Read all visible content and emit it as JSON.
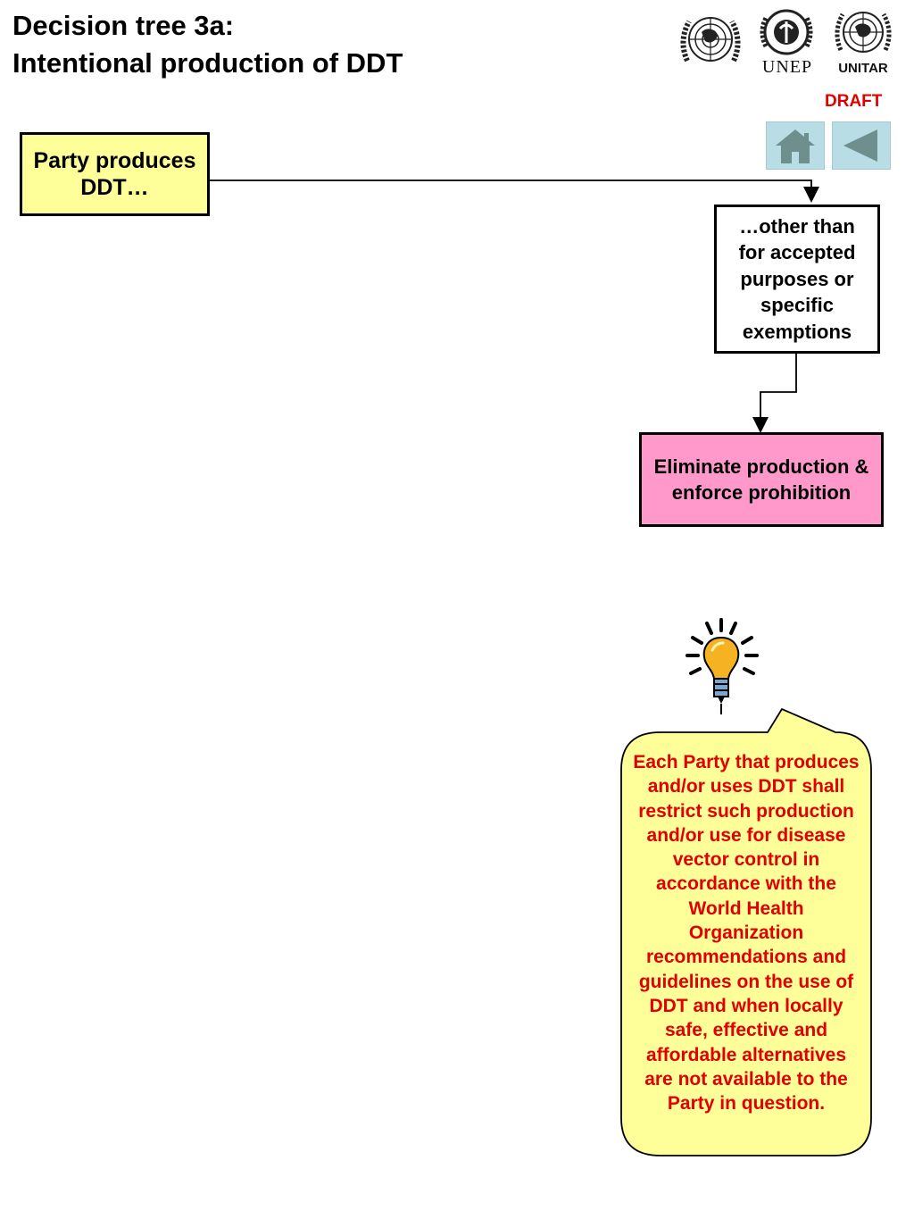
{
  "title": {
    "line1": "Decision tree 3a:",
    "line2": "Intentional production of DDT"
  },
  "logos": {
    "un_left": "un-emblem-icon",
    "unep_label": "UNEP",
    "unitar_label": "UNITAR"
  },
  "status": {
    "draft_label": "DRAFT"
  },
  "nav": {
    "home_icon": "home-icon",
    "back_icon": "back-triangle-icon"
  },
  "colors": {
    "start_box": "#ffff99",
    "action_box": "#ff99cc",
    "callout_fill": "#ffff99",
    "callout_text": "#e00000",
    "draft": "#e00000",
    "nav_button": "#b8dde4"
  },
  "diagram": {
    "start": {
      "text": "Party produces DDT…"
    },
    "condition": {
      "text": "…other than for accepted purposes or specific exemptions"
    },
    "action": {
      "text": "Eliminate production & enforce prohibition"
    }
  },
  "tip": {
    "icon": "lightbulb-icon",
    "text": "Each Party that produces and/or uses DDT shall restrict such production and/or use for disease vector control in accordance with the World Health Organization recommendations and guidelines on the use of DDT and when locally safe, effective and affordable alternatives are not available to the Party in question."
  }
}
